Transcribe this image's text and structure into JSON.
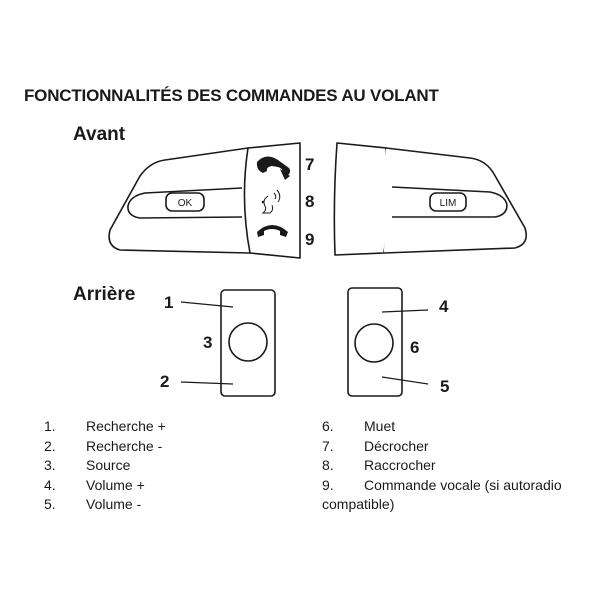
{
  "title": "FONCTIONNALITÉS DES COMMANDES AU VOLANT",
  "sections": {
    "front": "Avant",
    "rear": "Arrière"
  },
  "buttons": {
    "ok": "OK",
    "lim": "LIM"
  },
  "callouts": {
    "n1": "1",
    "n2": "2",
    "n3": "3",
    "n4": "4",
    "n5": "5",
    "n6": "6",
    "n7": "7",
    "n8": "8",
    "n9": "9"
  },
  "legend_left": [
    {
      "num": "1.",
      "label": "Recherche +"
    },
    {
      "num": "2.",
      "label": "Recherche -"
    },
    {
      "num": "3.",
      "label": "Source"
    },
    {
      "num": "4.",
      "label": "Volume +"
    },
    {
      "num": "5.",
      "label": "Volume -"
    }
  ],
  "legend_right": [
    {
      "num": "6.",
      "label": "Muet"
    },
    {
      "num": "7.",
      "label": "Décrocher"
    },
    {
      "num": "8.",
      "label": "Raccrocher"
    },
    {
      "num": "9.",
      "label": "Commande vocale (si autoradio",
      "continuation": "compatible)"
    }
  ],
  "icons": [
    "phone-pickup-icon",
    "voice-command-icon",
    "phone-hangup-icon"
  ]
}
